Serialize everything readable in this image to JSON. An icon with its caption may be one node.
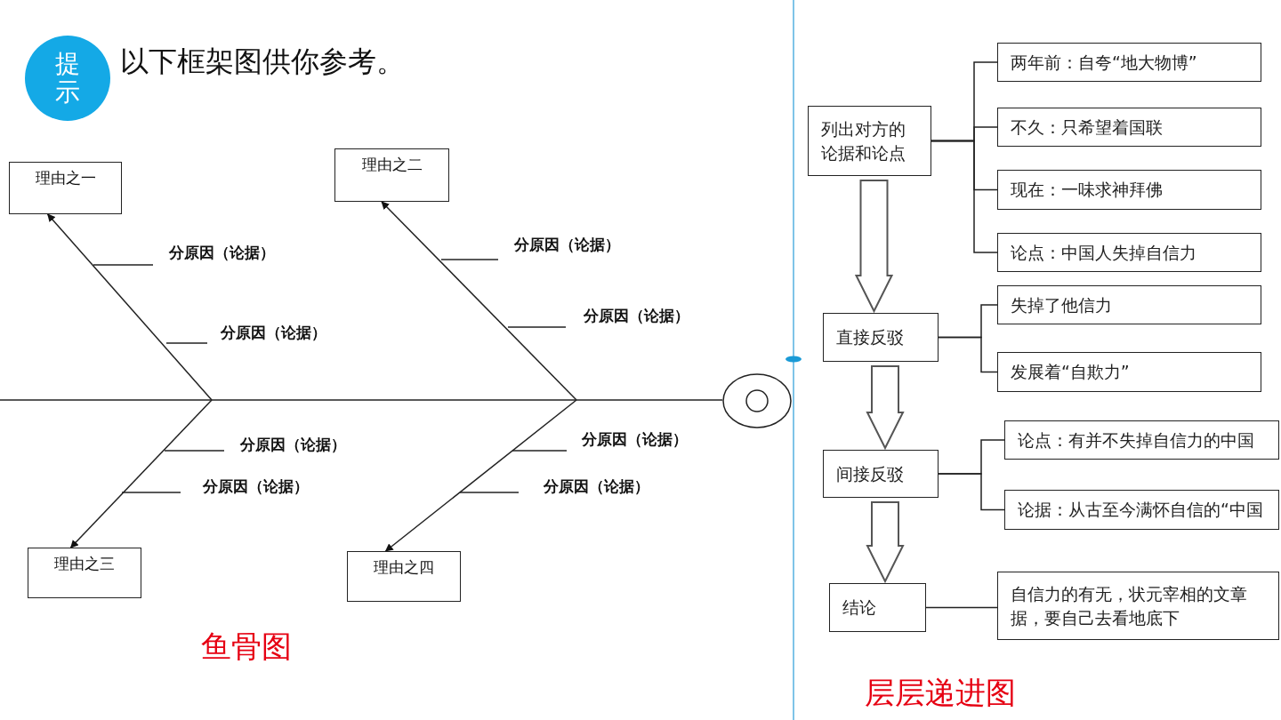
{
  "diagram": {
    "title": "以下框架图供你参考。",
    "nodes": [
      {
        "text": [
          "提示"
        ]
      },
      {
        "text": [
          "理由之一"
        ]
      },
      {
        "text": [
          "理由之二"
        ]
      },
      {
        "text": [
          "理由之三"
        ]
      },
      {
        "text": [
          "理由之四"
        ]
      },
      {
        "text": [],
        "shape": "circle"
      },
      {
        "text": [
          "列出对方的论据和论点"
        ]
      },
      {
        "text": [
          "两年前：自夸“地大物博”"
        ]
      },
      {
        "text": [
          "不久：只希望着国联"
        ]
      },
      {
        "text": [
          "现在：一味求神拜佛"
        ]
      },
      {
        "text": [
          "论点：中国人失掉自信力"
        ]
      },
      {
        "text": [
          "直接反驳"
        ]
      },
      {
        "text": [
          "失掉了他信力"
        ]
      },
      {
        "text": [
          "发展着“自欺力”"
        ]
      },
      {
        "text": [
          "间接反驳"
        ]
      },
      {
        "text": [
          "论点：有并不失掉自信力的中国"
        ]
      },
      {
        "text": [
          "论据：从古至今满怀自信的“中国"
        ]
      },
      {
        "text": [
          "结论"
        ]
      },
      {
        "text": [
          "自信力的有无，状元宰相的文章据，要自己去看地底下"
        ]
      }
    ],
    "edges": [
      {
        "from": null,
        "to": 5,
        "arrow": "none"
      },
      {
        "from": null,
        "to": 1,
        "arrow": "to"
      },
      {
        "from": null,
        "to": 2,
        "arrow": "to"
      },
      {
        "from": null,
        "to": 3,
        "arrow": "to"
      },
      {
        "from": null,
        "to": 4,
        "arrow": "to"
      },
      {
        "from": 6,
        "to": 7,
        "arrow": "none"
      },
      {
        "from": 6,
        "to": 8,
        "arrow": "none"
      },
      {
        "from": 6,
        "to": 9,
        "arrow": "none"
      },
      {
        "from": 6,
        "to": 10,
        "arrow": "none"
      },
      {
        "from": 6,
        "to": 11,
        "arrow": "to",
        "style": "thick"
      },
      {
        "from": 11,
        "to": 12,
        "arrow": "none"
      },
      {
        "from": 11,
        "to": 13,
        "arrow": "none"
      },
      {
        "from": 11,
        "to": 14,
        "arrow": "to",
        "style": "thick"
      },
      {
        "from": 14,
        "to": 15,
        "arrow": "none"
      },
      {
        "from": 14,
        "to": 16,
        "arrow": "none"
      },
      {
        "from": 14,
        "to": 17,
        "arrow": "to",
        "style": "thick"
      },
      {
        "from": 17,
        "to": 18,
        "arrow": "none"
      }
    ],
    "labels": [
      "分原因（论据）",
      "分原因（论据）",
      "分原因（论据）",
      "分原因（论据）",
      "分原因（论据）",
      "分原因（论据）",
      "分原因（论据）",
      "分原因（论据）",
      "鱼骨图",
      "层层递进图"
    ]
  }
}
